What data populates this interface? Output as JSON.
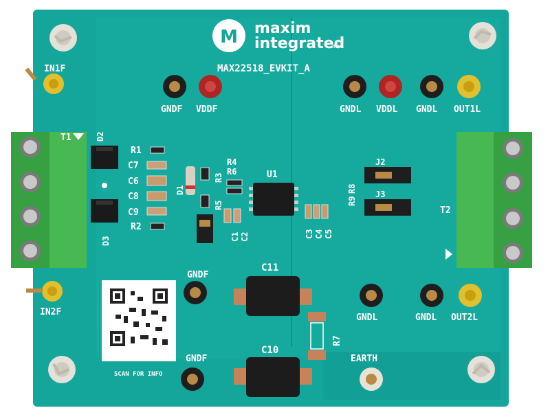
{
  "logo": {
    "line1": "maxim",
    "line2": "integrated",
    "tm": "TM"
  },
  "board_title": "MAX22518_EVKIT_A",
  "test_points": {
    "in1f": "IN1F",
    "in2f": "IN2F",
    "gndf_top": "GNDF",
    "vddf": "VDDF",
    "gndl_top1": "GNDL",
    "vddl": "VDDL",
    "gndl_top2": "GNDL",
    "out1l": "OUT1L",
    "gndf_mid": "GNDF",
    "gndf_bottom": "GNDF",
    "gndl_bottom1": "GNDL",
    "gndl_bottom2": "GNDL",
    "out2l": "OUT2L",
    "earth": "EARTH"
  },
  "refdes": {
    "t1": "T1",
    "t2": "T2",
    "d1": "D1",
    "d2": "D2",
    "d3": "D3",
    "r1": "R1",
    "r2": "R2",
    "r3": "R3",
    "r4": "R4",
    "r5": "R5",
    "r6": "R6",
    "r7": "R7",
    "r8": "R8",
    "r9": "R9",
    "c1": "C1",
    "c2": "C2",
    "c3": "C3",
    "c4": "C4",
    "c5": "C5",
    "c6": "C6",
    "c7": "C7",
    "c8": "C8",
    "c9": "C9",
    "c10": "C10",
    "c11": "C11",
    "u1": "U1",
    "j2": "J2",
    "j3": "J3"
  },
  "qr_caption": "SCAN FOR INFO",
  "colors": {
    "board": "#14a59b",
    "board_dark": "#0e8a82",
    "terminal": "#3fae4a",
    "silk": "#ffffff"
  }
}
